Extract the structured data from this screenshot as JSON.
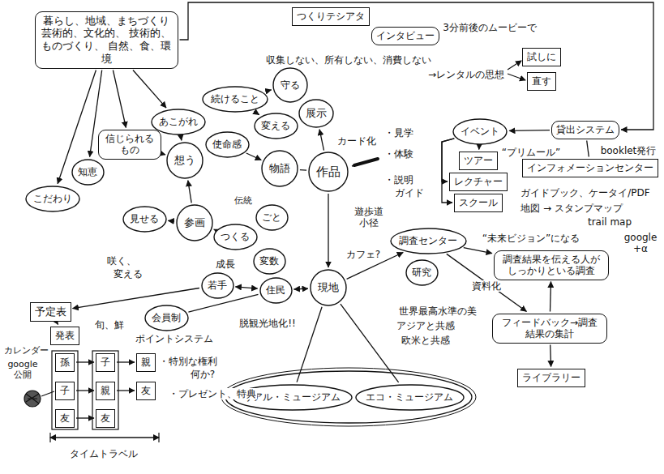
{
  "diagram": {
    "nodes": [
      {
        "text": [
          "暮らし、地域、まちづくり 芸術的、文化的、 技術的、ものづくり、 自然、食、環境"
        ]
      },
      {
        "text": [
          "守る"
        ]
      },
      {
        "text": [
          "変える"
        ]
      },
      {
        "text": [
          "続けること"
        ]
      },
      {
        "text": [
          "つくりテシアタ"
        ]
      },
      {
        "text": [
          "インタビュー"
        ]
      },
      {
        "text": [
          "試しに"
        ]
      },
      {
        "text": [
          "直す"
        ]
      },
      {
        "text": [
          "展示"
        ]
      },
      {
        "text": [
          "あこがれ"
        ]
      },
      {
        "text": [
          "使命感"
        ]
      },
      {
        "text": [
          "信じられる もの"
        ]
      },
      {
        "text": [
          "知恵"
        ]
      },
      {
        "text": [
          "こだわり"
        ]
      },
      {
        "text": [
          "想う"
        ]
      },
      {
        "text": [
          "見せる"
        ]
      },
      {
        "text": [
          "参画"
        ]
      },
      {
        "text": [
          "つくる"
        ]
      },
      {
        "text": [
          "ごと"
        ]
      },
      {
        "text": [
          "物語"
        ]
      },
      {
        "text": [
          "作品"
        ]
      },
      {
        "text": [
          "変数"
        ]
      },
      {
        "text": [
          "若手"
        ]
      },
      {
        "text": [
          "住民"
        ]
      },
      {
        "text": [
          "現地"
        ]
      },
      {
        "text": [
          "イベント"
        ]
      },
      {
        "text": [
          "ツアー"
        ]
      },
      {
        "text": [
          "レクチャー"
        ]
      },
      {
        "text": [
          "スクール"
        ]
      },
      {
        "text": [
          "貸出システム"
        ]
      },
      {
        "text": [
          "インフォメーションセンター"
        ]
      },
      {
        "text": [
          "調査センター"
        ]
      },
      {
        "text": [
          "研究"
        ]
      },
      {
        "text": [
          "調査結果を伝える人がしっかりといる調査"
        ]
      },
      {
        "text": [
          "フィードバック→調査結果の集計"
        ]
      },
      {
        "text": [
          "ライブラリー"
        ]
      },
      {
        "text": [
          "予定表"
        ]
      },
      {
        "text": [
          "会員制"
        ]
      },
      {
        "text": [
          "発表"
        ]
      },
      {
        "text": [
          "孫"
        ]
      },
      {
        "text": [
          "子"
        ]
      },
      {
        "text": [
          "親"
        ]
      },
      {
        "text": [
          "子"
        ]
      },
      {
        "text": [
          "親"
        ]
      },
      {
        "text": [
          "友"
        ]
      },
      {
        "text": [
          "友"
        ]
      },
      {
        "text": [
          "友"
        ]
      },
      {
        "text": [
          "リアル・ミュージアム"
        ]
      },
      {
        "text": [
          "エコ・ミュージアム"
        ]
      }
    ],
    "edges": [
      {
        "from": 0,
        "to": 9,
        "arrow": "to"
      },
      {
        "from": 0,
        "to": 11,
        "arrow": "to"
      },
      {
        "from": 0,
        "to": 12,
        "arrow": "to"
      },
      {
        "from": 0,
        "to": 13,
        "arrow": "to"
      },
      {
        "from": 0,
        "to": 29,
        "arrow": "to"
      },
      {
        "from": 3,
        "to": 1,
        "arrow": "to"
      },
      {
        "from": 3,
        "to": 2,
        "arrow": "to"
      },
      {
        "from": 9,
        "to": 14,
        "arrow": "to"
      },
      {
        "from": 11,
        "to": 14,
        "arrow": "to"
      },
      {
        "from": 10,
        "to": 19,
        "arrow": "to"
      },
      {
        "from": 16,
        "to": 14,
        "arrow": "to"
      },
      {
        "from": 16,
        "to": 15,
        "arrow": "to"
      },
      {
        "from": 17,
        "to": 16,
        "arrow": "to"
      },
      {
        "from": 19,
        "to": 20,
        "arrow": "none"
      },
      {
        "from": 20,
        "to": 8,
        "arrow": "to"
      },
      {
        "from": 20,
        "to": 24,
        "arrow": "to"
      },
      {
        "from": 22,
        "to": 23,
        "arrow": "both"
      },
      {
        "from": 23,
        "to": 24,
        "arrow": "both"
      },
      {
        "from": 24,
        "to": 31,
        "arrow": "to"
      },
      {
        "from": 24,
        "to": 47,
        "arrow": "none"
      },
      {
        "from": 24,
        "to": 48,
        "arrow": "none"
      },
      {
        "from": 29,
        "to": 25,
        "arrow": "to"
      },
      {
        "from": 25,
        "to": 26,
        "arrow": "to"
      },
      {
        "from": 25,
        "to": 27,
        "arrow": "to"
      },
      {
        "from": 25,
        "to": 28,
        "arrow": "to"
      },
      {
        "from": 29,
        "to": 30,
        "arrow": "none"
      },
      {
        "from": 31,
        "to": 33,
        "arrow": "to"
      },
      {
        "from": 34,
        "to": 33,
        "arrow": "to"
      },
      {
        "from": 31,
        "to": 34,
        "label": "資料化",
        "arrow": "to"
      },
      {
        "from": 34,
        "to": 35,
        "arrow": "to"
      },
      {
        "from": 22,
        "to": 36,
        "arrow": "to"
      },
      {
        "from": 37,
        "to": 23,
        "arrow": "none"
      },
      {
        "from": 36,
        "to": 38,
        "arrow": "to"
      },
      {
        "from": 39,
        "to": 40,
        "arrow": "to"
      },
      {
        "from": 40,
        "to": 41,
        "arrow": "to"
      },
      {
        "from": 42,
        "to": 43,
        "arrow": "to"
      },
      {
        "from": 43,
        "to": 44,
        "arrow": "to"
      },
      {
        "from": 45,
        "to": 46,
        "arrow": "to"
      }
    ],
    "labels": [
      "3分前後のムービーで",
      "収集しない、所有しない、消費しない",
      "→レンタルの思想",
      "“プリムール”",
      "booklet発行",
      "ガイドブック、ケータイ/PDF",
      "地図 → スタンプマップ",
      "trail map",
      "google +α",
      "“未来ビジョン”になる",
      "カード化",
      "・見学",
      "・体験",
      "・説明",
      "ガイド",
      "遊歩道 小径",
      "カフェ?",
      "世界最高水準の美",
      "アジアと共感",
      "欧米と共感",
      "脱観光地化!!",
      "伝統",
      "成長",
      "咲く、",
      "変える",
      "旬、鮮",
      "ポイントシステム",
      "・特別な権利",
      "何か?",
      "・プレゼント、特典",
      "カレンダー",
      "google 公開",
      "タイムトラベル"
    ]
  }
}
